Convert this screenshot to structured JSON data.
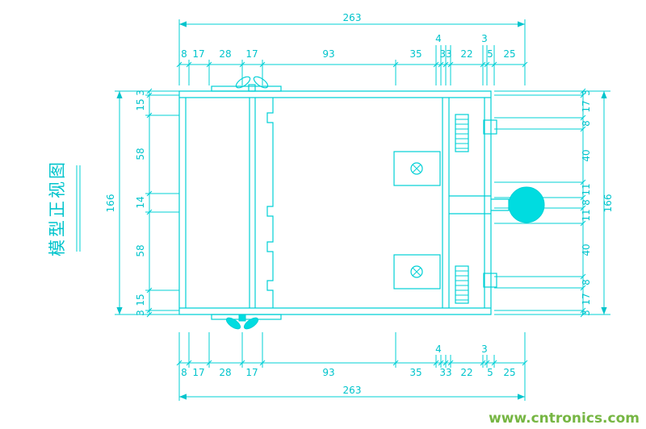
{
  "title": {
    "text": "模型正视图"
  },
  "watermark": {
    "text": "www.cntronics.com"
  },
  "colors": {
    "line": "#00d0d6",
    "fill_accent": "#00dce0",
    "watermark": "#76b643",
    "background": "#ffffff"
  },
  "dims": {
    "top": {
      "overall": "263",
      "row": [
        "8",
        "17",
        "28",
        "17",
        "93",
        "35",
        "33",
        "22",
        "5",
        "25"
      ],
      "above": [
        "4",
        "3"
      ]
    },
    "bottom": {
      "overall": "263",
      "row": [
        "8",
        "17",
        "28",
        "17",
        "93",
        "35",
        "33",
        "22",
        "5",
        "25"
      ],
      "above": [
        "4",
        "3"
      ]
    },
    "left": {
      "overall": "166",
      "chain": [
        "3",
        "15",
        "58",
        "14",
        "58",
        "15",
        "3"
      ]
    },
    "right": {
      "overall": "166",
      "chain": [
        "3",
        "17",
        "8",
        "40",
        "11",
        "8",
        "11",
        "40",
        "8",
        "17",
        "3"
      ]
    }
  }
}
